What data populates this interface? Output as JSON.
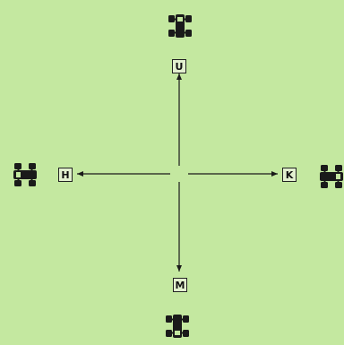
{
  "diagram": {
    "background": "#c4e8a0",
    "ink": "#1a1a1a",
    "labels": {
      "up": "U",
      "left": "H",
      "right": "K",
      "down": "M"
    },
    "icons": {
      "top": "car-top-view-icon",
      "left": "car-top-view-icon",
      "right": "car-top-view-icon",
      "bottom": "car-top-view-icon"
    }
  }
}
